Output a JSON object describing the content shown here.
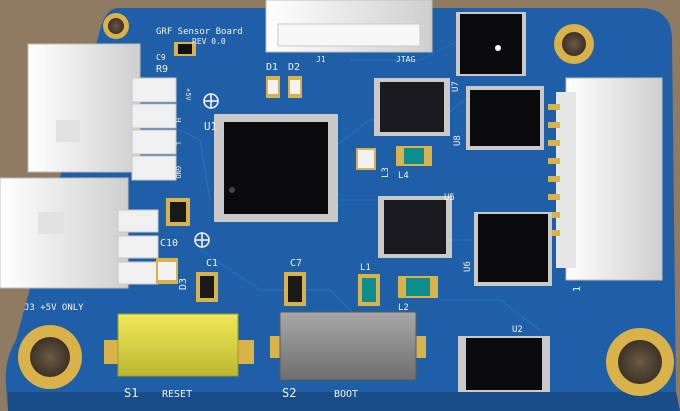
{
  "board": {
    "title": "GRF Sensor Board",
    "revision": "REV 0.0",
    "note": "J3 +5V ONLY",
    "colors": {
      "pcb": "#1f5fa8",
      "background": "#8f7a62",
      "silk": "#f2f2f2",
      "gold": "#d9b24a"
    }
  },
  "labels": {
    "r9": "R9",
    "c9": "C9",
    "d1": "D1",
    "d2": "D2",
    "j1": "J1",
    "jtag": "JTAG",
    "u1": "U1",
    "u7": "U7",
    "u8": "U8",
    "u5": "U5",
    "u6": "U6",
    "u2": "U2",
    "l3": "L3",
    "l4": "L4",
    "l1": "L1",
    "l2": "L2",
    "c10": "C10",
    "c1": "C1",
    "c7": "C7",
    "d3": "D3",
    "pin1": "1",
    "pin_5v": "+5V",
    "pin_h": "H",
    "pin_l": "L",
    "pin_gnd": "GND",
    "s1": "S1",
    "reset": "RESET",
    "s2": "S2",
    "boot": "BOOT"
  }
}
